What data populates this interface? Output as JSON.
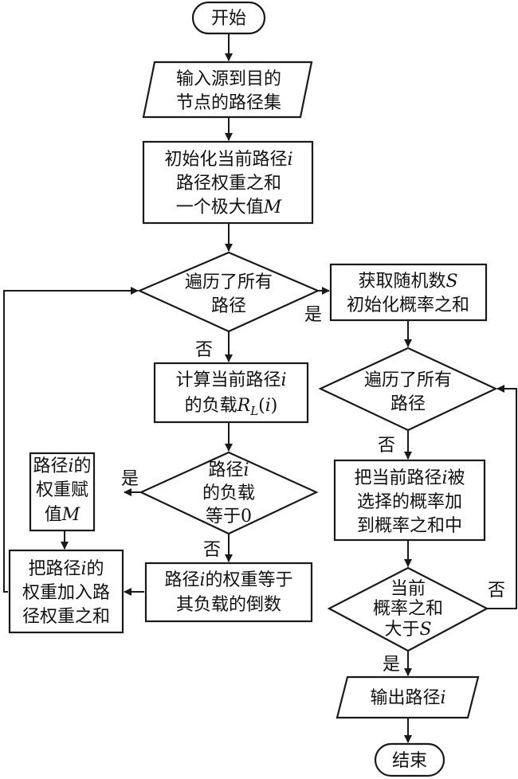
{
  "nodes": {
    "start": {
      "text": "开始"
    },
    "input_paths": {
      "line1": "输入源到目的",
      "line2": "节点的路径集"
    },
    "init": {
      "line1_prefix": "初始化当前路径",
      "line1_var": "i",
      "line2": "路径权重之和",
      "line3_prefix": "一个极大值",
      "line3_var": "M"
    },
    "traverse1": {
      "line1": "遍历了所有",
      "line2": "路径"
    },
    "calc_load": {
      "line1_prefix": "计算当前路径",
      "line1_var": "i",
      "line2_prefix": "的负载",
      "line2_var": "R",
      "line2_sub": "L",
      "line2_suffix_open": "(",
      "line2_suffix_var": "i",
      "line2_suffix_close": ")"
    },
    "load_zero": {
      "line1_prefix": "路径",
      "line1_var": "i",
      "line2": "的负载",
      "line3": "等于0"
    },
    "assign_m": {
      "line1_prefix": "路径",
      "line1_var": "i",
      "line1_suffix": "的",
      "line2": "权重赋",
      "line3_prefix": "值",
      "line3_var": "M"
    },
    "add_weight": {
      "line1_prefix": "把路径",
      "line1_var": "i",
      "line1_suffix": "的",
      "line2": "权重加入路",
      "line3": "径权重之和"
    },
    "weight_inverse": {
      "line1_prefix": "路径",
      "line1_var": "i",
      "line1_suffix": "的权重等于",
      "line2": "其负载的倒数"
    },
    "get_random": {
      "line1_prefix": "获取随机数",
      "line1_var": "S",
      "line2": "初始化概率之和"
    },
    "traverse2": {
      "line1": "遍历了所有",
      "line2": "路径"
    },
    "add_prob": {
      "line1_prefix": "把当前路径",
      "line1_var": "i",
      "line1_suffix": "被",
      "line2": "选择的概率加",
      "line3": "到概率之和中"
    },
    "prob_gt": {
      "line1": "当前",
      "line2": "概率之和",
      "line3_prefix": "大于",
      "line3_var": "S"
    },
    "output": {
      "text_prefix": "输出路径",
      "text_var": "i"
    },
    "end": {
      "text": "结束"
    }
  },
  "edge_labels": {
    "traverse1_yes": "是",
    "traverse1_no": "否",
    "load_zero_yes": "是",
    "load_zero_no": "否",
    "traverse2_no": "否",
    "prob_gt_no": "否",
    "prob_gt_yes": "是"
  }
}
